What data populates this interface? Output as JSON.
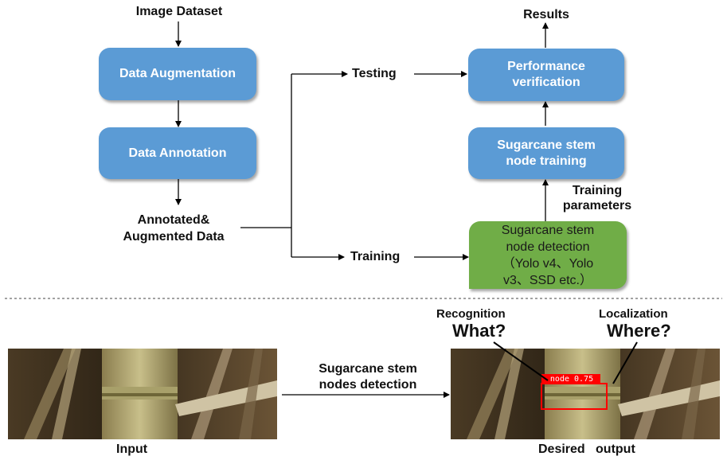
{
  "flow": {
    "image_dataset": "Image Dataset",
    "data_augmentation": "Data Augmentation",
    "data_annotation": "Data Annotation",
    "annotated_data": "Annotated&\nAugmented Data",
    "testing": "Testing",
    "training": "Training",
    "results": "Results",
    "performance_verification": "Performance\nverification",
    "stem_node_training": "Sugarcane stem\nnode training",
    "training_parameters": "Training\nparameters",
    "stem_node_detection": "Sugarcane stem\nnode detection\n（Yolo v4、Yolo\nv3、SSD etc.）"
  },
  "bottom": {
    "input_label": "Input",
    "detection_label": "Sugarcane stem\nnodes detection",
    "recognition": "Recognition",
    "what": "What?",
    "localization": "Localization",
    "where": "Where?",
    "detection_tag": "node 0.75",
    "output_label": "Desired   output"
  },
  "colors": {
    "blue_box": "#5b9bd5",
    "green_box": "#70ad47",
    "detection_box": "#ff0000"
  }
}
